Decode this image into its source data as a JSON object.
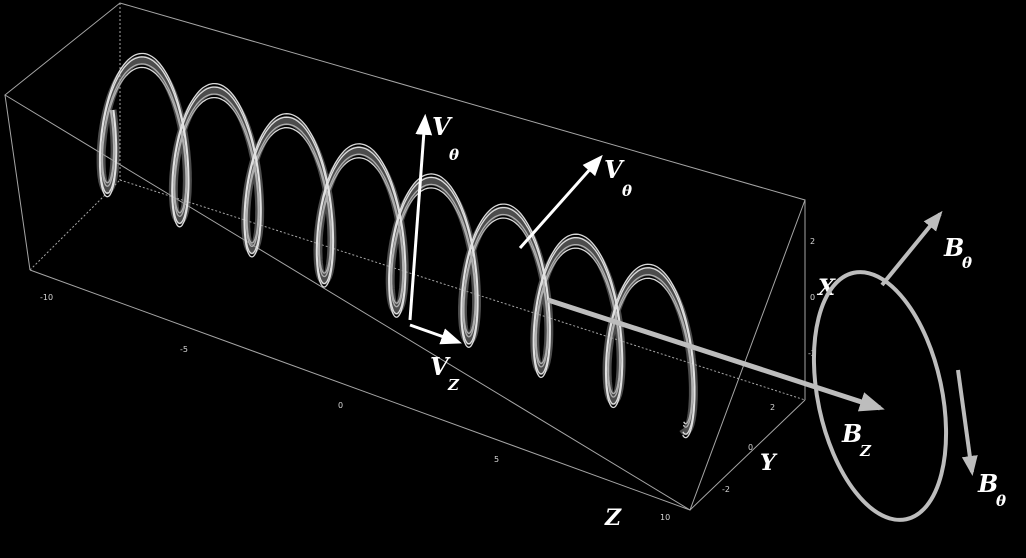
{
  "axes": {
    "z_name": "Z",
    "y_name": "Y",
    "x_name": "X",
    "z_ticks": [
      "-10",
      "-5",
      "0",
      "5",
      "10"
    ],
    "x_ticks": [
      "2",
      "0",
      "-2"
    ],
    "y_ticks": [
      "2",
      "0",
      "-2"
    ]
  },
  "vectors": {
    "v_theta_1": {
      "main": "V",
      "sub": "θ"
    },
    "v_theta_2": {
      "main": "V",
      "sub": "θ"
    },
    "v_z": {
      "main": "V",
      "sub": "Z"
    },
    "b_theta_1": {
      "main": "B",
      "sub": "θ"
    },
    "b_theta_2": {
      "main": "B",
      "sub": "θ"
    },
    "b_z": {
      "main": "B",
      "sub": "Z"
    }
  },
  "colors": {
    "background": "#000000",
    "helix": "#e6e6e6",
    "box": "#cfcfcf",
    "field": "#bdbdbd",
    "velocity": "#ffffff"
  }
}
